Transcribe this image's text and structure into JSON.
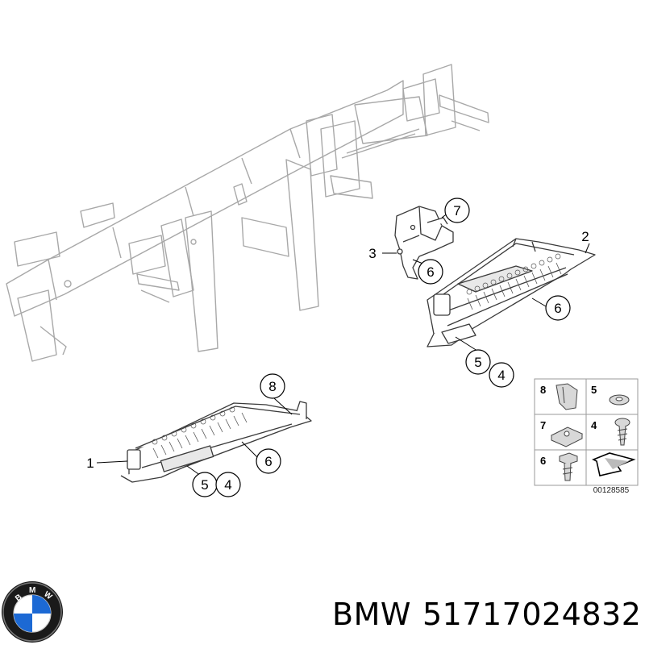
{
  "callouts": [
    {
      "id": "c7",
      "number": "7"
    },
    {
      "id": "c3",
      "number": "3"
    },
    {
      "id": "c6a",
      "number": "6"
    },
    {
      "id": "c2",
      "number": "2"
    },
    {
      "id": "c6b",
      "number": "6"
    },
    {
      "id": "c5a",
      "number": "5"
    },
    {
      "id": "c4a",
      "number": "4"
    },
    {
      "id": "c8",
      "number": "8"
    },
    {
      "id": "c1",
      "number": "1"
    },
    {
      "id": "c6c",
      "number": "6"
    },
    {
      "id": "c5b",
      "number": "5"
    },
    {
      "id": "c4b",
      "number": "4"
    }
  ],
  "legend": {
    "cells": [
      {
        "number": "8",
        "part": "plastic clip"
      },
      {
        "number": "5",
        "part": "washer"
      },
      {
        "number": "7",
        "part": "clip nut"
      },
      {
        "number": "4",
        "part": "screw"
      },
      {
        "number": "6",
        "part": "bolt"
      }
    ],
    "diagram_code": "00128585"
  },
  "logo": {
    "text": "BMW",
    "colors": {
      "ring": "#000000",
      "blue": "#1c69d4",
      "white": "#ffffff"
    }
  },
  "caption": {
    "brand": "BMW",
    "part_number": "51717024832"
  },
  "colors": {
    "line": "#3a3a3a",
    "frame": "#9a9a9a",
    "text": "#000000"
  }
}
